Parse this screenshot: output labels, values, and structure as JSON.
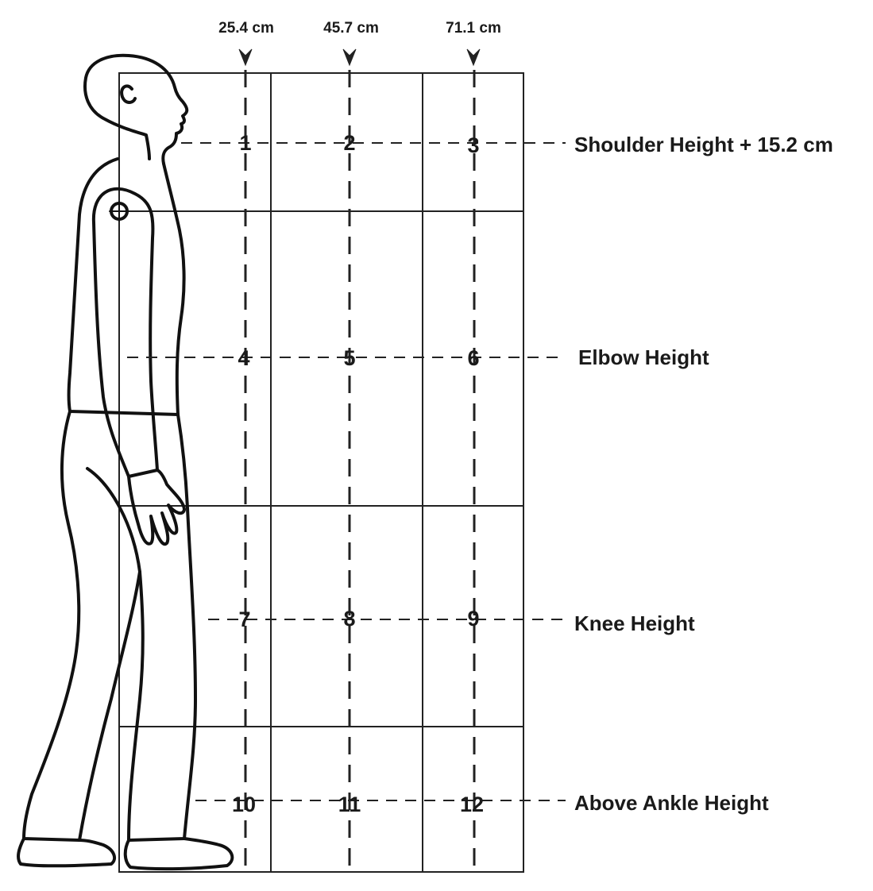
{
  "columns": [
    {
      "distance_label": "25.4 cm"
    },
    {
      "distance_label": "45.7 cm"
    },
    {
      "distance_label": "71.1 cm"
    }
  ],
  "rows": [
    {
      "height_label": "Shoulder Height + 15.2 cm",
      "cells": [
        "1",
        "2",
        "3"
      ]
    },
    {
      "height_label": "Elbow Height",
      "cells": [
        "4",
        "5",
        "6"
      ]
    },
    {
      "height_label": "Knee Height",
      "cells": [
        "7",
        "8",
        "9"
      ]
    },
    {
      "height_label": "Above Ankle Height",
      "cells": [
        "10",
        "11",
        "12"
      ]
    }
  ]
}
